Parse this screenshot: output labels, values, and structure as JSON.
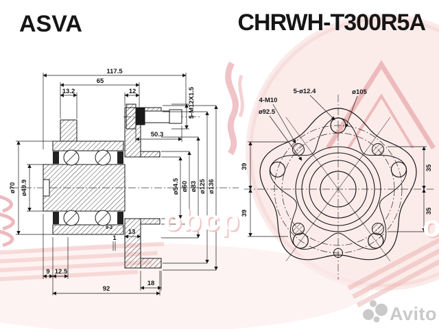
{
  "header": {
    "brand": "ASVA",
    "part_number": "CHRWH-T300R5A"
  },
  "section_view": {
    "dim_117_5": "117.5",
    "dim_65": "65",
    "dim_13_2": "13.2",
    "dim_12": "12",
    "thread_label": "5-M12X1.5",
    "dim_50_3": "50.3",
    "dia_70": "ø70",
    "dia_49_9": "ø49.9",
    "dia_54_5": "ø54.5",
    "dia_60": "ø60",
    "dia_83": "ø83",
    "dia_125": "ø125",
    "dia_136": "ø136",
    "dim_13": "13",
    "dim_1": "1",
    "seal_label": "9-2",
    "dim_9": "9",
    "dim_12_5": "12.5",
    "dim_92": "92",
    "dim_18": "18"
  },
  "front_view": {
    "holes_label": "5-ø12.4",
    "bolt_circle_label": "ø105",
    "thread_holes_label": "4-M10",
    "thread_circle_label": "ø92.5",
    "dim_39_top": "39",
    "dim_39_bottom": "39",
    "dim_35_top": "35",
    "dim_35_bottom": "35"
  },
  "watermark": {
    "seller_text": "obcp",
    "seller_text_partial": "o",
    "avito_text": "Avito"
  },
  "colors": {
    "line": "#161616",
    "accent_red": "#d96a74",
    "pink_wash": "#f7dcd9",
    "avito_gray": "#c9c9c9"
  }
}
